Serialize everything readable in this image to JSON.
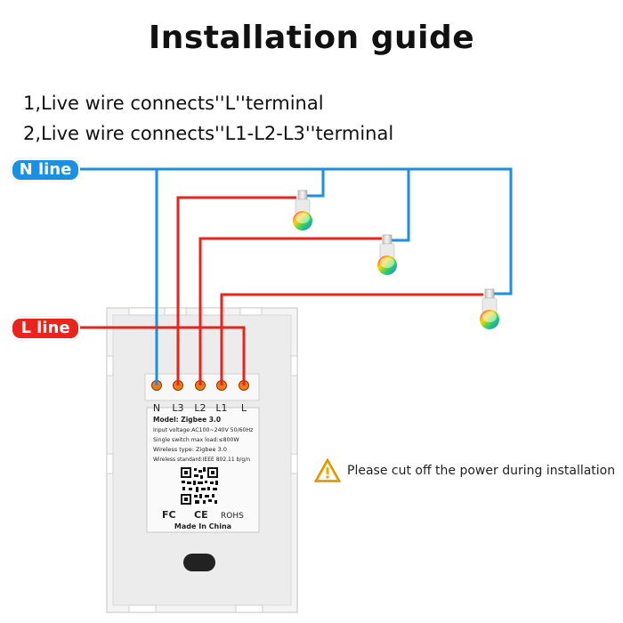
{
  "title": "Installation guide",
  "steps": [
    "1,Live wire connects''L''terminal",
    "2,Live wire connects''L1-L2-L3''terminal"
  ],
  "n_line_label": "N line",
  "l_line_label": "L line",
  "terminals": [
    "N",
    "L3",
    "L2",
    "L1",
    "L"
  ],
  "device_label": {
    "model": "Model: Zigbee 3.0",
    "input_voltage": "Input voltage:AC100~240V 50/60Hz",
    "max_load": "Single switch max load:≤800W",
    "wireless_type": "Wireless type: Zigbee 3.0",
    "wireless_standard": "Wireless standard:IEEE 802.11 b/g/n",
    "cert_fc": "FC",
    "cert_ce": "CE",
    "cert_rohs": "ROHS",
    "made_in": "Made In China"
  },
  "warning": "Please cut off the power during installation",
  "colors": {
    "n_wire": "#1a8fe3",
    "l_wire": "#e8241c",
    "terminal": "#f07a1a",
    "warning": "#f2a900"
  },
  "icons": [
    "light-bulb-icon",
    "warning-icon",
    "qr-code-icon"
  ]
}
